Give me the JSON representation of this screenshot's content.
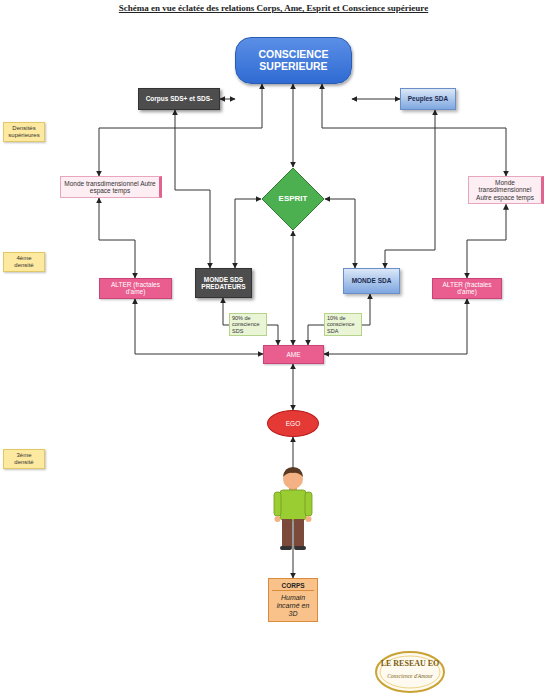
{
  "diagram": {
    "title": "Schéma en vue éclatée des relations Corps, Ame, Esprit et Conscience supérieure",
    "nodes": [
      {
        "text": [
          "CONSCIENCE SUPERIEURE"
        ]
      },
      {
        "text": [
          "Corpus SDS+ et SDS-"
        ]
      },
      {
        "text": [
          "Peuples SDA"
        ]
      },
      {
        "text": [
          "Densités supérieures"
        ]
      },
      {
        "text": [
          "Monde transdimensionnel Autre espace temps"
        ]
      },
      {
        "text": [
          "ESPRIT"
        ]
      },
      {
        "text": [
          "Monde transdimensionnel Autre espace temps"
        ]
      },
      {
        "text": [
          "4ème densité"
        ]
      },
      {
        "text": [
          "ALTER (fractales d'ame)"
        ]
      },
      {
        "text": [
          "MONDE SDS PREDATEURS"
        ]
      },
      {
        "text": [
          "MONDE SDA"
        ]
      },
      {
        "text": [
          "ALTER (fractales d'ame)"
        ]
      },
      {
        "text": [
          "AME"
        ]
      },
      {
        "text": [
          "EGO"
        ]
      },
      {
        "text": [
          "3ème densité"
        ]
      },
      {
        "text": [
          "CORPS",
          "Humain incarné en 3D"
        ]
      }
    ],
    "edges": [
      {
        "from": 1,
        "to": 0,
        "arrow": "both"
      },
      {
        "from": 1,
        "to": 9,
        "arrow": "both"
      },
      {
        "from": 2,
        "to": 0,
        "arrow": "both"
      },
      {
        "from": 2,
        "to": 10,
        "arrow": "both"
      },
      {
        "from": 0,
        "to": 4,
        "arrow": "both"
      },
      {
        "from": 0,
        "to": 6,
        "arrow": "both"
      },
      {
        "from": 0,
        "to": 5,
        "arrow": "both"
      },
      {
        "from": 5,
        "to": 9,
        "arrow": "both"
      },
      {
        "from": 5,
        "to": 10,
        "arrow": "both"
      },
      {
        "from": 5,
        "to": 12,
        "arrow": "both"
      },
      {
        "from": 4,
        "to": 8,
        "arrow": "both"
      },
      {
        "from": 6,
        "to": 11,
        "arrow": "both"
      },
      {
        "from": 8,
        "to": 12,
        "arrow": "both"
      },
      {
        "from": 11,
        "to": 12,
        "arrow": "both"
      },
      {
        "from": 9,
        "to": 12,
        "label": "90% de conscience SDS",
        "arrow": "both"
      },
      {
        "from": 10,
        "to": 12,
        "label": "10% de conscience SDA",
        "arrow": "both"
      },
      {
        "from": 12,
        "to": 13,
        "arrow": "both"
      },
      {
        "from": 13,
        "to": 15,
        "arrow": "both"
      }
    ],
    "labels": [
      "LE RESEAU EO",
      "Conscience d'Amour"
    ]
  }
}
